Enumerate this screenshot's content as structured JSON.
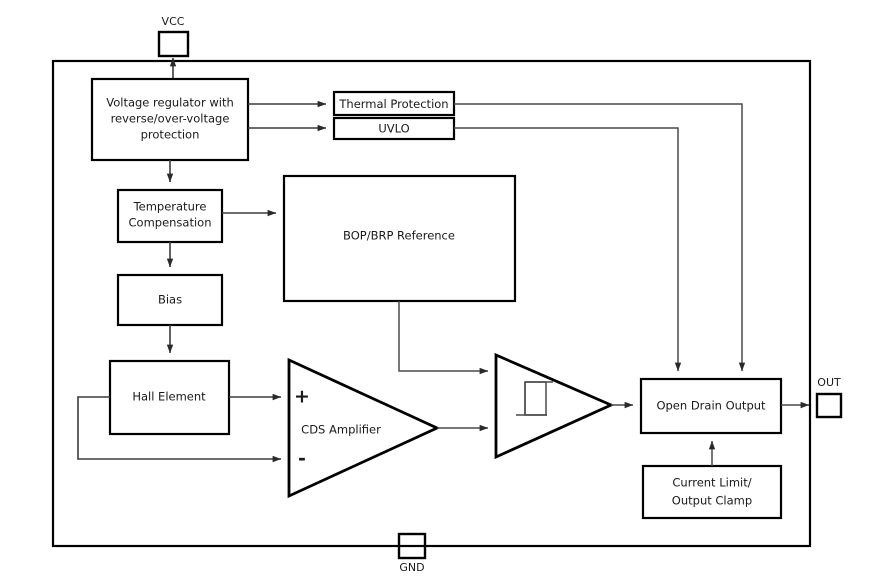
{
  "diagram": {
    "title": "Hall-effect switch functional block diagram",
    "stroke_color": "#000000",
    "wire_color": "#3b3b3b",
    "background": "#ffffff",
    "pins": [
      {
        "name": "vcc",
        "label": "VCC"
      },
      {
        "name": "gnd",
        "label": "GND"
      },
      {
        "name": "out",
        "label": "OUT"
      }
    ],
    "blocks": [
      {
        "name": "voltage-regulator",
        "label": "Voltage regulator with\nreverse/over-voltage\nprotection",
        "lines": [
          "Voltage regulator with",
          "reverse/over-voltage",
          "protection"
        ]
      },
      {
        "name": "thermal-protection",
        "label": "Thermal Protection",
        "lines": [
          "Thermal Protection"
        ]
      },
      {
        "name": "uvlo",
        "label": "UVLO",
        "lines": [
          "UVLO"
        ]
      },
      {
        "name": "temperature-compensation",
        "label": "Temperature Compensation",
        "lines": [
          "Temperature",
          "Compensation"
        ]
      },
      {
        "name": "bop-brp-reference",
        "label": "BOP/BRP Reference",
        "lines": [
          "BOP/BRP Reference"
        ]
      },
      {
        "name": "bias",
        "label": "Bias",
        "lines": [
          "Bias"
        ]
      },
      {
        "name": "hall-element",
        "label": "Hall Element",
        "lines": [
          "Hall Element"
        ]
      },
      {
        "name": "cds-amplifier",
        "label": "CDS Amplifier",
        "lines": [
          "CDS Amplifier"
        ]
      },
      {
        "name": "schmitt-trigger",
        "label": "",
        "lines": []
      },
      {
        "name": "open-drain-output",
        "label": "Open Drain Output",
        "lines": [
          "Open Drain Output"
        ]
      },
      {
        "name": "current-limit-output-clamp",
        "label": "Current Limit/ Output Clamp",
        "lines": [
          "Current Limit/",
          "Output Clamp"
        ]
      }
    ],
    "amplifier_inputs": {
      "plus": "+",
      "minus": "-"
    },
    "text": {
      "vcc": "VCC",
      "gnd": "GND",
      "out": "OUT",
      "voltage_regulator_l1": "Voltage regulator with",
      "voltage_regulator_l2": "reverse/over-voltage",
      "voltage_regulator_l3": "protection",
      "thermal_protection": "Thermal Protection",
      "uvlo": "UVLO",
      "temp_comp_l1": "Temperature",
      "temp_comp_l2": "Compensation",
      "bop_brp": "BOP/BRP Reference",
      "bias": "Bias",
      "hall_element": "Hall Element",
      "cds_amplifier": "CDS Amplifier",
      "open_drain_output": "Open Drain Output",
      "current_limit_l1": "Current Limit/",
      "current_limit_l2": "Output Clamp",
      "plus_sign": "+",
      "minus_sign": "-"
    }
  }
}
